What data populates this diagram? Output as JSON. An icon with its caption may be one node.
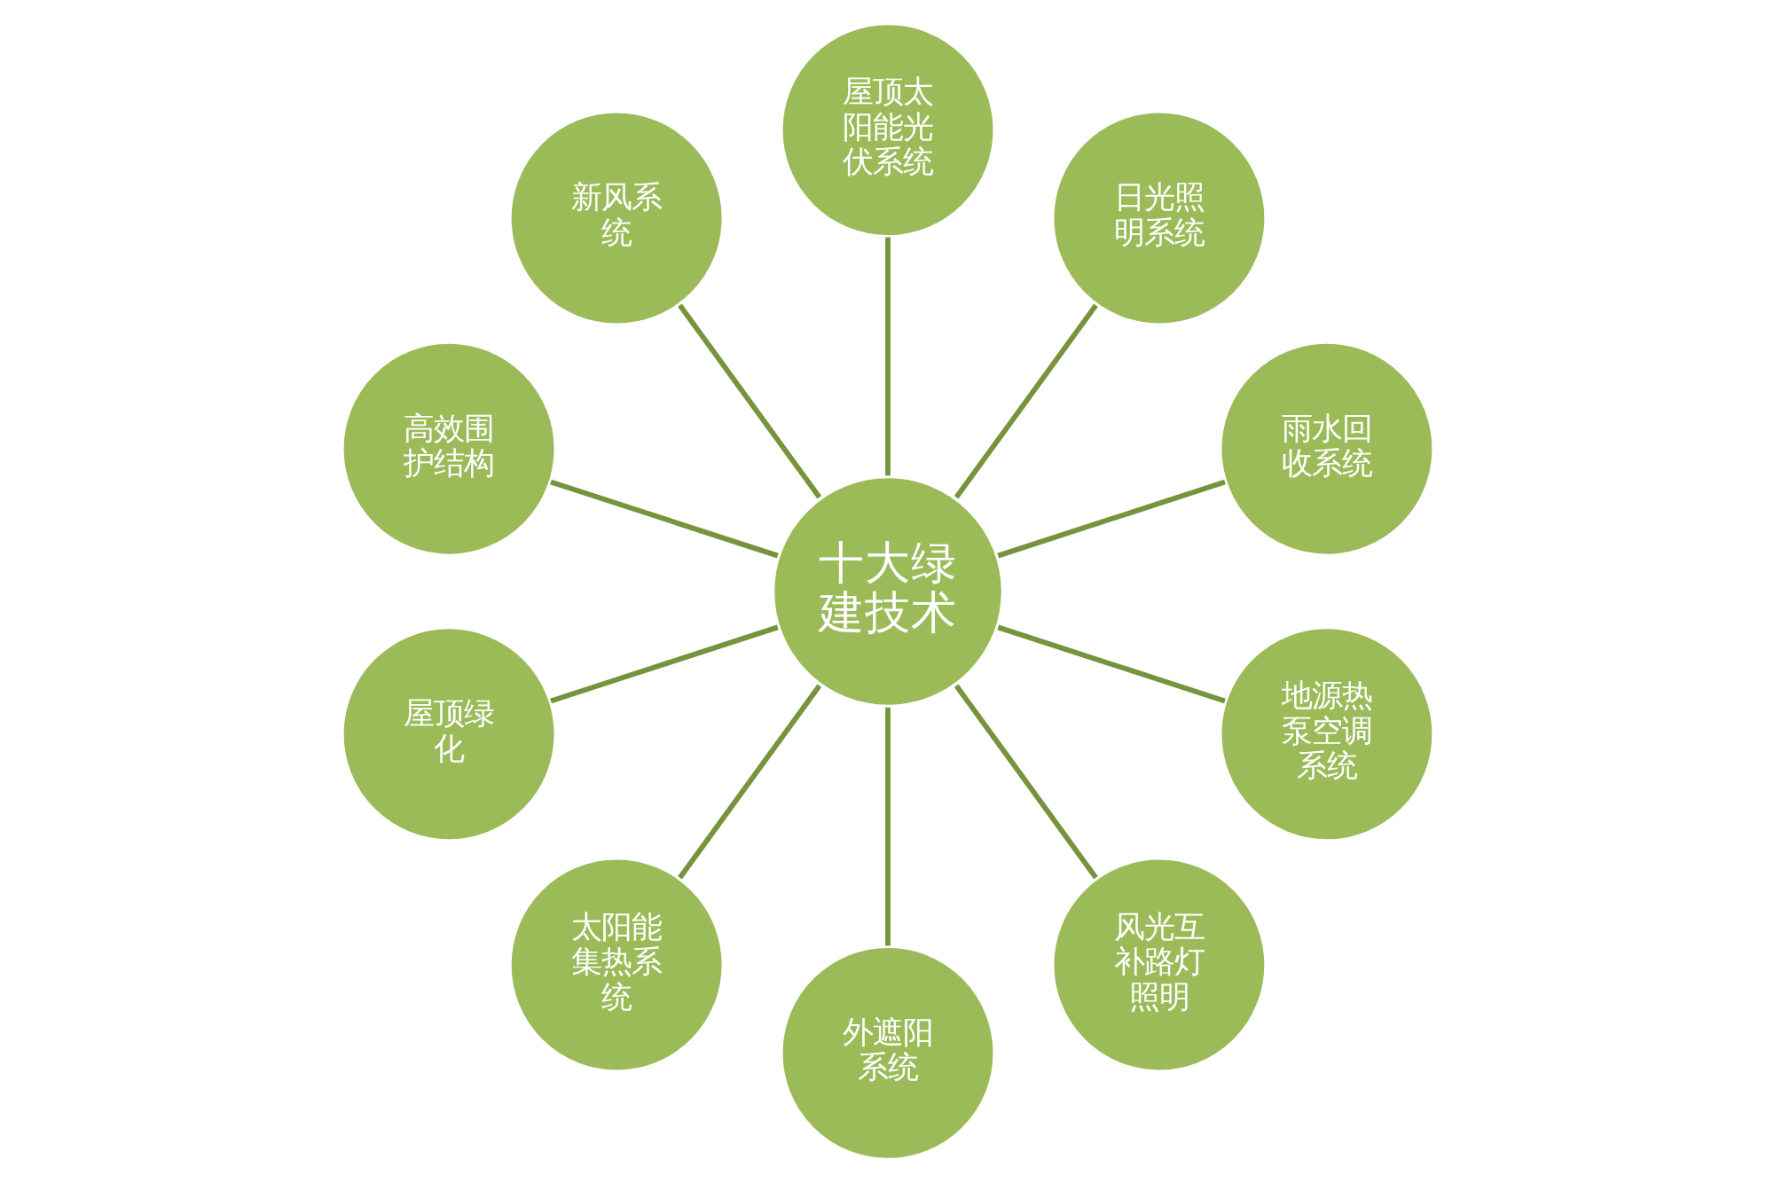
{
  "diagram": {
    "nodes": [
      {
        "text": [
          "十大绿建技术"
        ]
      },
      {
        "text": [
          "屋顶太阳能光伏系统"
        ]
      },
      {
        "text": [
          "日光照明系统"
        ]
      },
      {
        "text": [
          "雨水回收系统"
        ]
      },
      {
        "text": [
          "地源热泵空调系统"
        ]
      },
      {
        "text": [
          "风光互补路灯照明"
        ]
      },
      {
        "text": [
          "外遮阳系统"
        ]
      },
      {
        "text": [
          "太阳能集热系统"
        ]
      },
      {
        "text": [
          "屋顶绿化"
        ]
      },
      {
        "text": [
          "高效围护结构"
        ]
      },
      {
        "text": [
          "新风系统"
        ]
      }
    ],
    "edges": [
      {
        "from": 0,
        "to": 1,
        "arrow": "none"
      },
      {
        "from": 0,
        "to": 2,
        "arrow": "none"
      },
      {
        "from": 0,
        "to": 3,
        "arrow": "none"
      },
      {
        "from": 0,
        "to": 4,
        "arrow": "none"
      },
      {
        "from": 0,
        "to": 5,
        "arrow": "none"
      },
      {
        "from": 0,
        "to": 6,
        "arrow": "none"
      },
      {
        "from": 0,
        "to": 7,
        "arrow": "none"
      },
      {
        "from": 0,
        "to": 8,
        "arrow": "none"
      },
      {
        "from": 0,
        "to": 9,
        "arrow": "none"
      },
      {
        "from": 0,
        "to": 10,
        "arrow": "none"
      }
    ]
  }
}
